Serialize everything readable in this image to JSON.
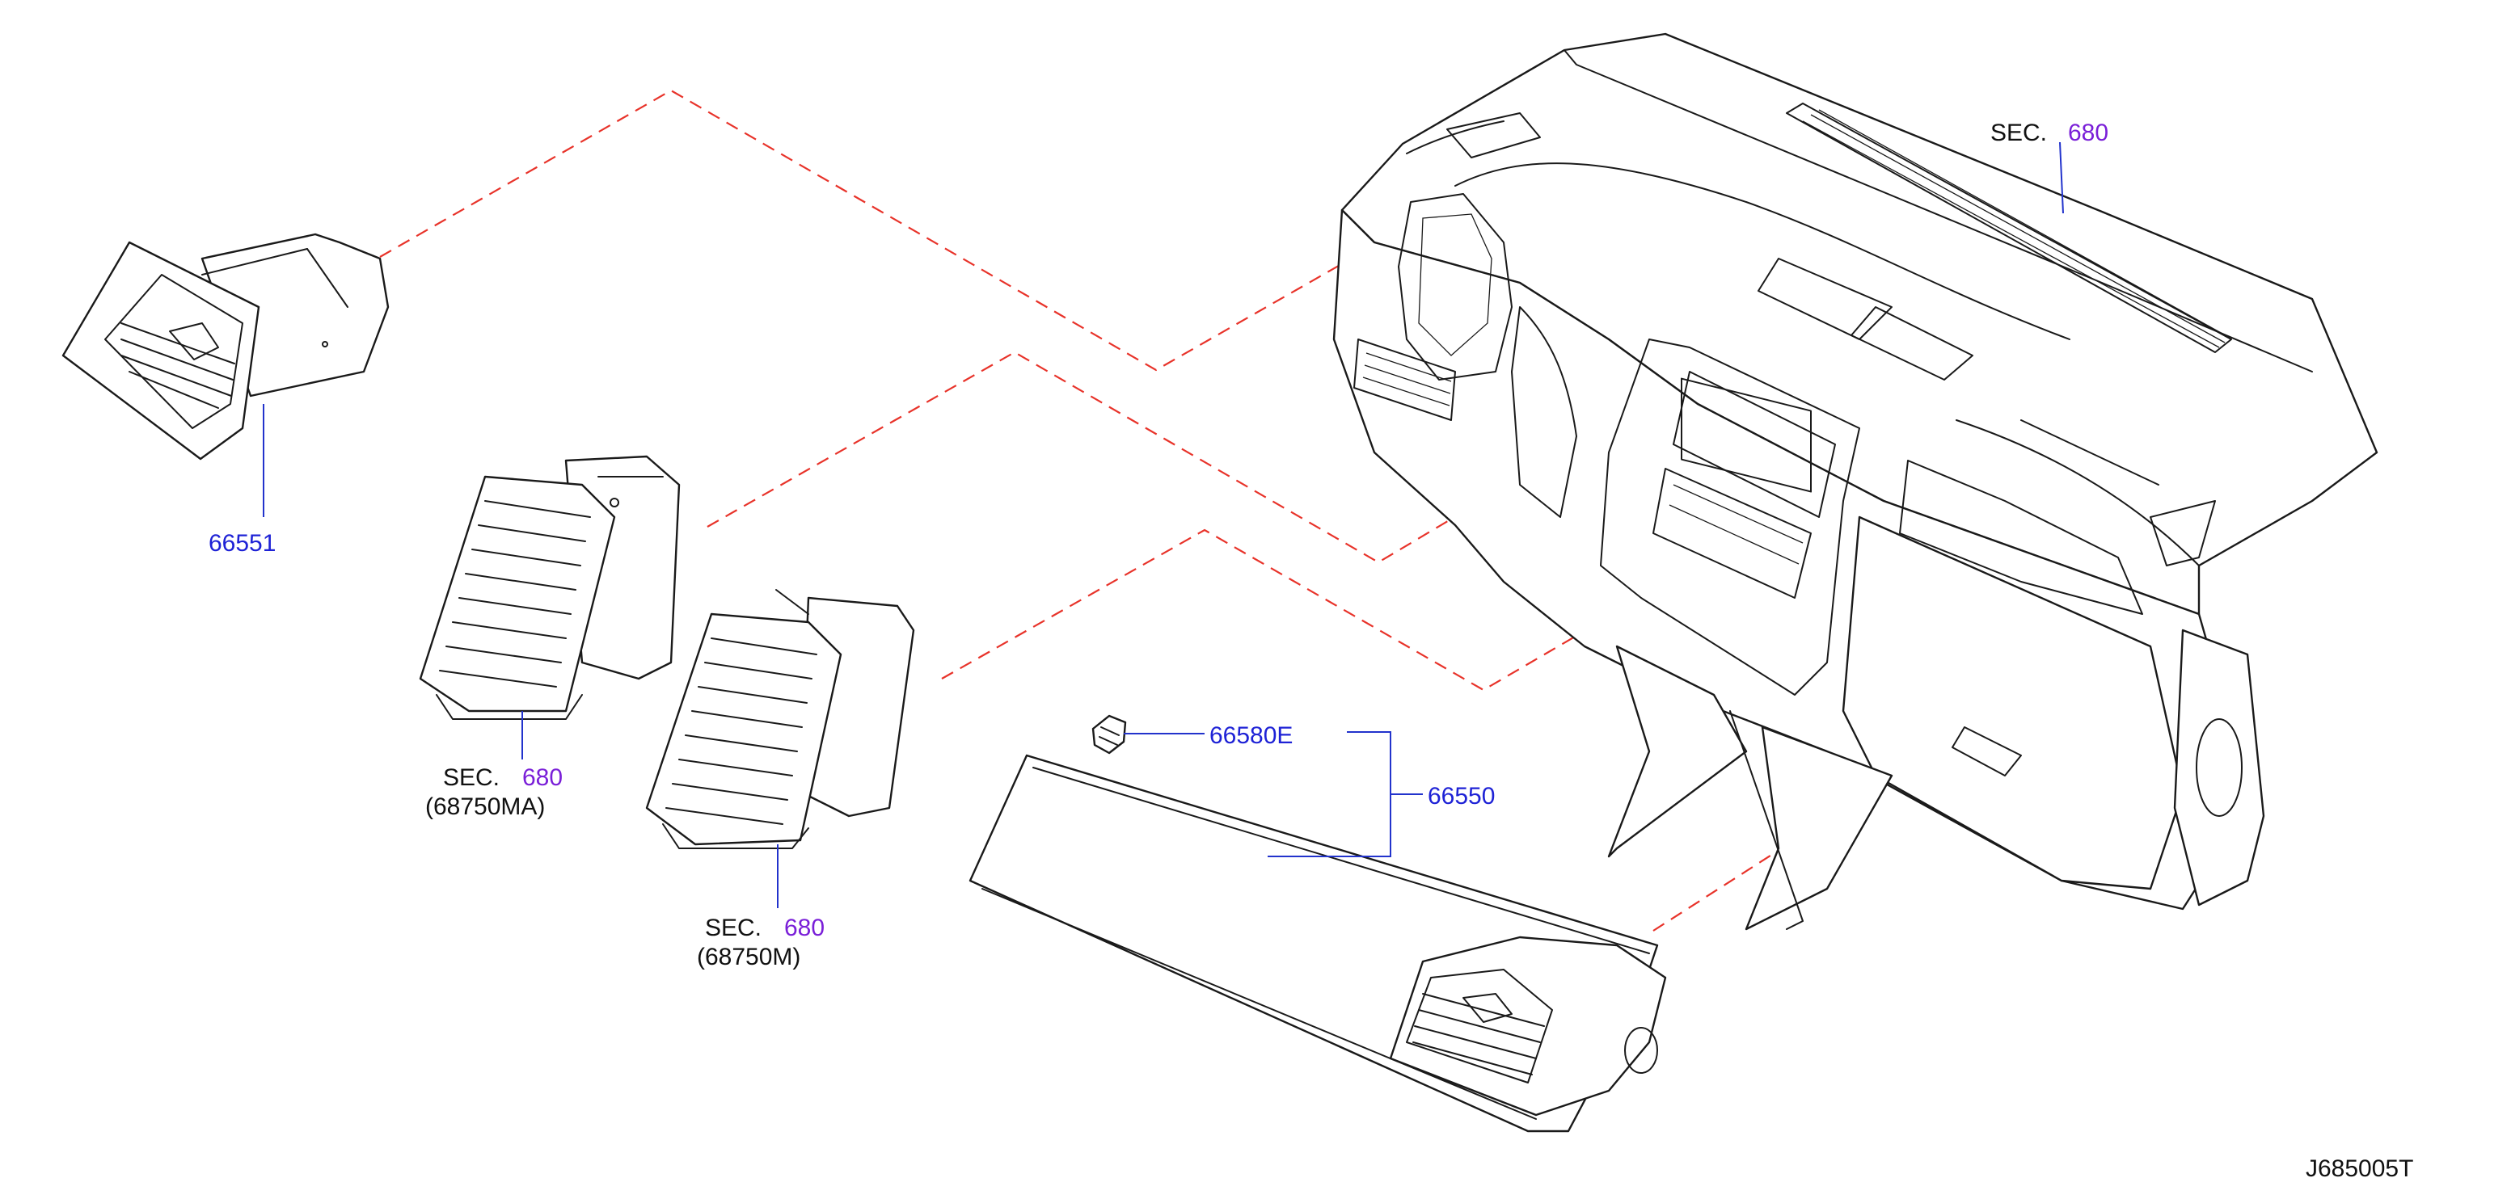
{
  "colors": {
    "background": "#ffffff",
    "drawing": "#1a1a1a",
    "assembly_link": "#e8332a",
    "leader": "#2233cc",
    "part_number": "#1e22d6",
    "section_number": "#7a1fd8",
    "label": "#111111"
  },
  "callouts": {
    "p66551": {
      "number": "66551"
    },
    "sec_upper": {
      "prefix": "SEC.",
      "number": "680"
    },
    "sec_left": {
      "prefix": "SEC.",
      "number": "680",
      "ref": "(68750MA)"
    },
    "sec_mid": {
      "prefix": "SEC.",
      "number": "680",
      "ref": "(68750M)"
    },
    "p66580e": {
      "number": "66580E"
    },
    "p66550": {
      "number": "66550"
    }
  },
  "diagram_id": "J685005T"
}
